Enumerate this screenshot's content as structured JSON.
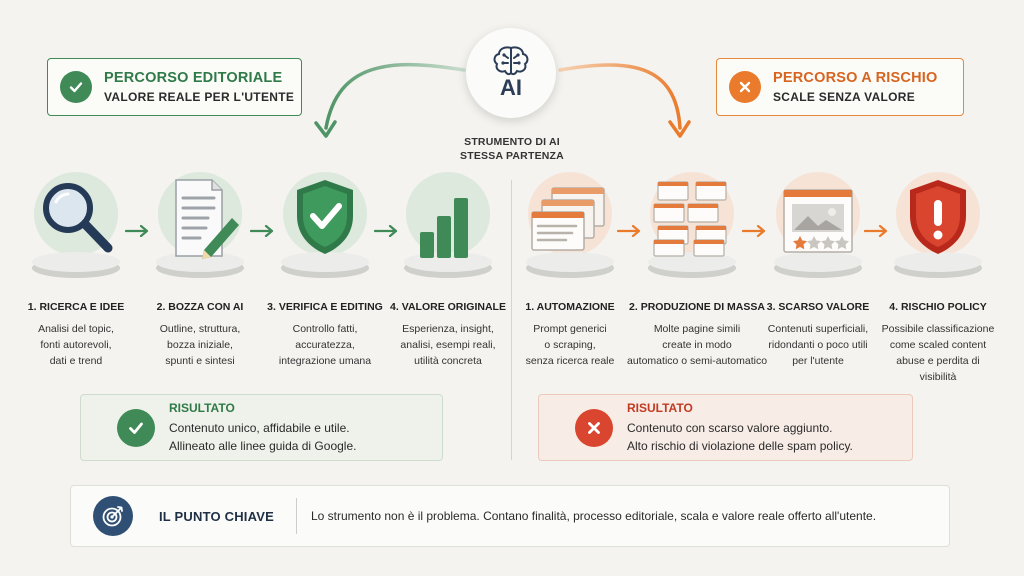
{
  "colors": {
    "good": "#3f8a57",
    "bad": "#ea7b2c",
    "danger": "#d9452e",
    "navy": "#2f4f74",
    "background": "#f4f3ef"
  },
  "center": {
    "ai_label": "AI",
    "caption_line1": "STRUMENTO DI AI",
    "caption_line2": "STESSA PARTENZA",
    "icon": "brain-circuit-icon"
  },
  "good_path": {
    "header_title": "PERCORSO EDITORIALE",
    "header_subtitle": "VALORE REALE PER L'UTENTE",
    "header_icon": "check-icon",
    "steps": [
      {
        "title": "1. RICERCA E IDEE",
        "icon": "magnifier-icon",
        "lines": [
          "Analisi del topic,",
          "fonti autorevoli,",
          "dati e trend"
        ]
      },
      {
        "title": "2. BOZZA CON AI",
        "icon": "document-pencil-icon",
        "lines": [
          "Outline, struttura,",
          "bozza iniziale,",
          "spunti e sintesi"
        ]
      },
      {
        "title": "3. VERIFICA E EDITING",
        "icon": "shield-check-icon",
        "lines": [
          "Controllo fatti,",
          "accuratezza,",
          "integrazione umana"
        ]
      },
      {
        "title": "4. VALORE ORIGINALE",
        "icon": "bar-chart-icon",
        "lines": [
          "Esperienza, insight,",
          "analisi, esempi reali,",
          "utilità concreta"
        ]
      }
    ],
    "result_title": "RISULTATO",
    "result_lines": [
      "Contenuto unico, affidabile e utile.",
      "Allineato alle linee guida di Google."
    ]
  },
  "bad_path": {
    "header_title": "PERCORSO A RISCHIO",
    "header_subtitle": "SCALE SENZA VALORE",
    "header_icon": "x-icon",
    "steps": [
      {
        "title": "1. AUTOMAZIONE",
        "icon": "stacked-windows-icon",
        "lines": [
          "Prompt generici",
          "o scraping,",
          "senza ricerca reale"
        ]
      },
      {
        "title": "2. PRODUZIONE DI MASSA",
        "icon": "many-pages-icon",
        "lines": [
          "Molte pagine simili",
          "create in modo",
          "automatico o semi-automatico"
        ]
      },
      {
        "title": "3. SCARSO VALORE",
        "icon": "low-rating-page-icon",
        "lines": [
          "Contenuti superficiali,",
          "ridondanti o poco utili",
          "per l'utente"
        ]
      },
      {
        "title": "4. RISCHIO POLICY",
        "icon": "shield-alert-icon",
        "lines": [
          "Possibile classificazione",
          "come scaled content",
          "abuse e perdita di",
          "visibilità"
        ]
      }
    ],
    "result_title": "RISULTATO",
    "result_lines": [
      "Contenuto con scarso valore aggiunto.",
      "Alto rischio di violazione delle spam policy."
    ]
  },
  "key_point": {
    "icon": "target-icon",
    "title": "IL PUNTO CHIAVE",
    "text": "Lo strumento non è il problema. Contano finalità, processo editoriale, scala e valore reale offerto all'utente."
  }
}
